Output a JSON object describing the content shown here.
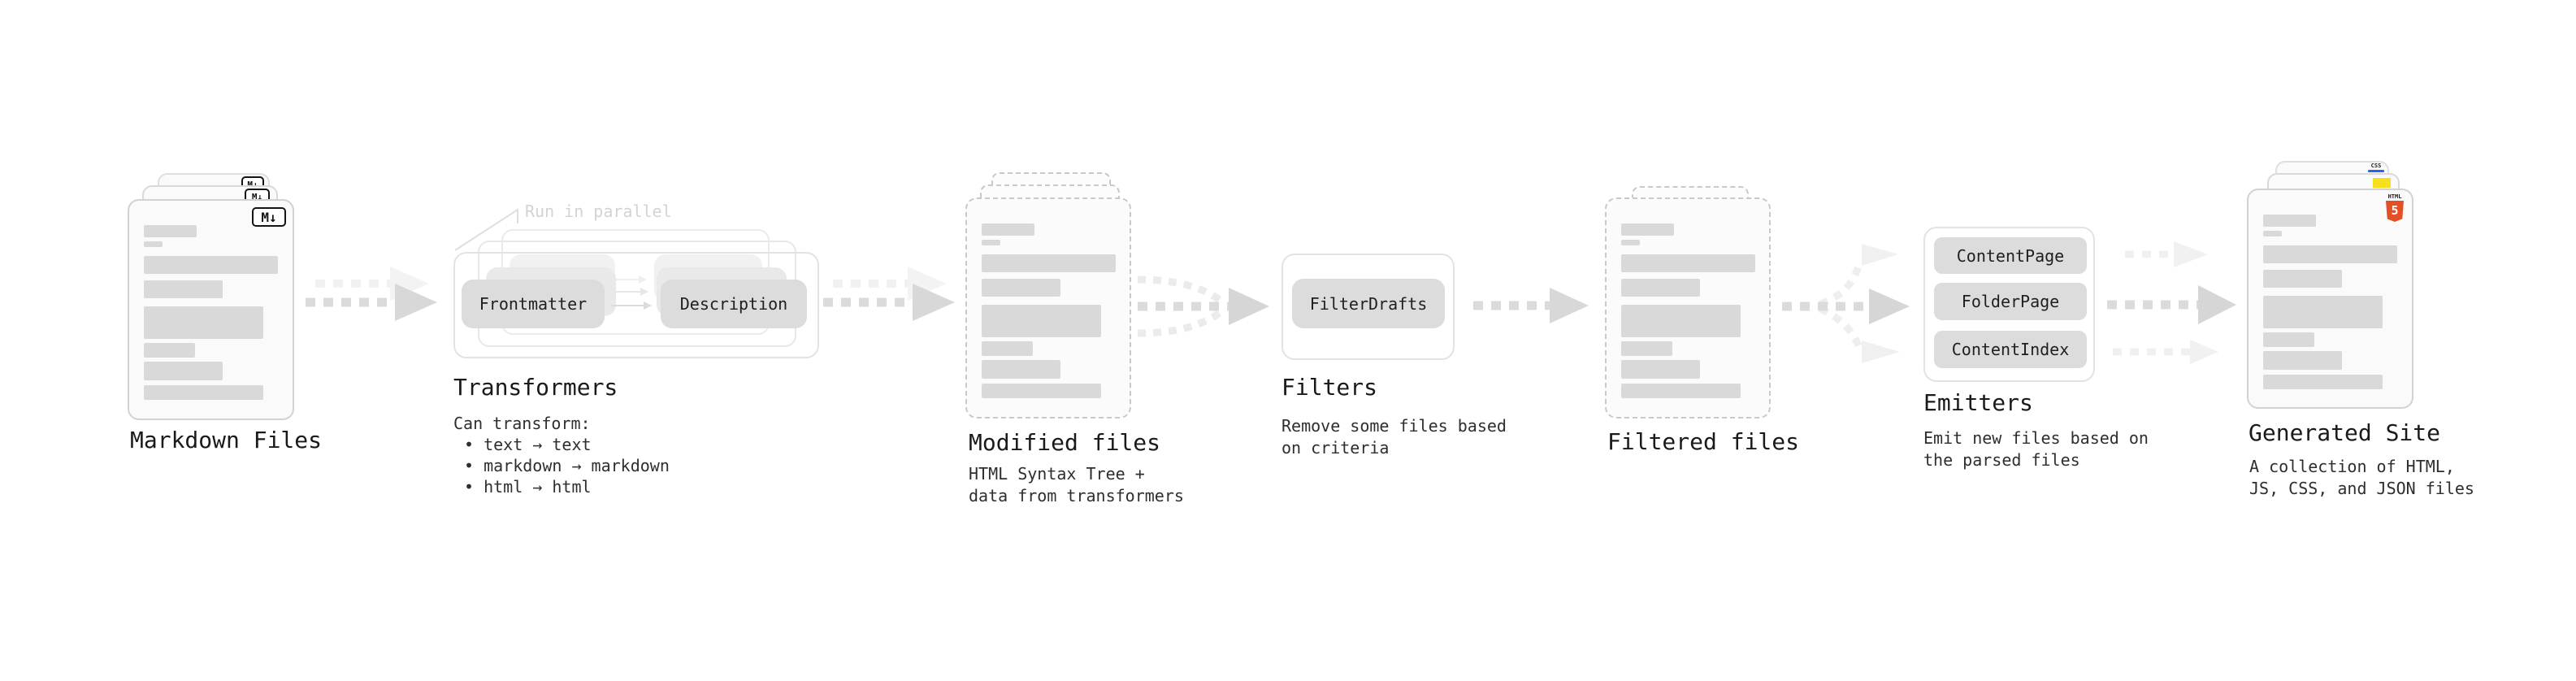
{
  "nodes": {
    "markdown_files": {
      "label": "Markdown Files",
      "badge": "M↓"
    },
    "transformers": {
      "label": "Transformers",
      "annotation": "Run in parallel",
      "pills": [
        "Frontmatter",
        "Description"
      ],
      "description": [
        "Can transform:",
        "• text → text",
        "• markdown → markdown",
        "• html → html"
      ]
    },
    "modified_files": {
      "label": "Modified files",
      "description": [
        "HTML Syntax Tree +",
        "data from transformers"
      ]
    },
    "filters": {
      "label": "Filters",
      "pills": [
        "FilterDrafts"
      ],
      "description": [
        "Remove some files based",
        "on criteria"
      ]
    },
    "filtered_files": {
      "label": "Filtered files"
    },
    "emitters": {
      "label": "Emitters",
      "pills": [
        "ContentPage",
        "FolderPage",
        "ContentIndex"
      ],
      "description": [
        "Emit new files based on",
        "the parsed files"
      ]
    },
    "generated_site": {
      "label": "Generated Site",
      "description": [
        "A collection of HTML,",
        "JS, CSS, and JSON files"
      ],
      "badges": {
        "html_label": "HTML",
        "html_number": "5",
        "css": "CSS"
      }
    }
  },
  "colors": {
    "html5_orange": "#e34f26",
    "js_yellow": "#f7df1e",
    "css_blue": "#2962f1",
    "pill_gray": "#dcdcdc",
    "placeholder_gray": "#d9d9d9",
    "arrow_gray": "#dbdbdb"
  }
}
